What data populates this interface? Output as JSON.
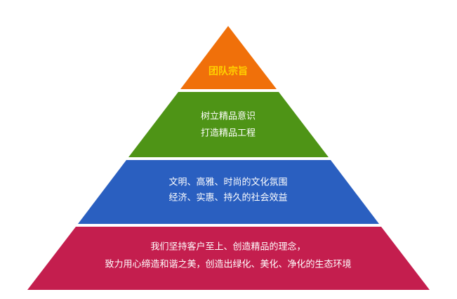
{
  "pyramid": {
    "tiers": [
      {
        "lines": [
          "团队宗旨"
        ],
        "color": "#f0700a",
        "text_color": "#ffd200"
      },
      {
        "lines": [
          "树立精品意识",
          "打造精品工程"
        ],
        "color": "#4e9416",
        "text_color": "#ffffff"
      },
      {
        "lines": [
          "文明、高雅、时尚的文化氛围",
          "经济、实惠、持久的社会效益"
        ],
        "color": "#2a5fc0",
        "text_color": "#ffffff"
      },
      {
        "lines": [
          "我们坚持客户至上、创造精品的理念，",
          "致力用心缔造和谐之美，创造出绿化、美化、净化的生态环境"
        ],
        "color": "#c41e4e",
        "text_color": "#ffffff"
      }
    ]
  }
}
